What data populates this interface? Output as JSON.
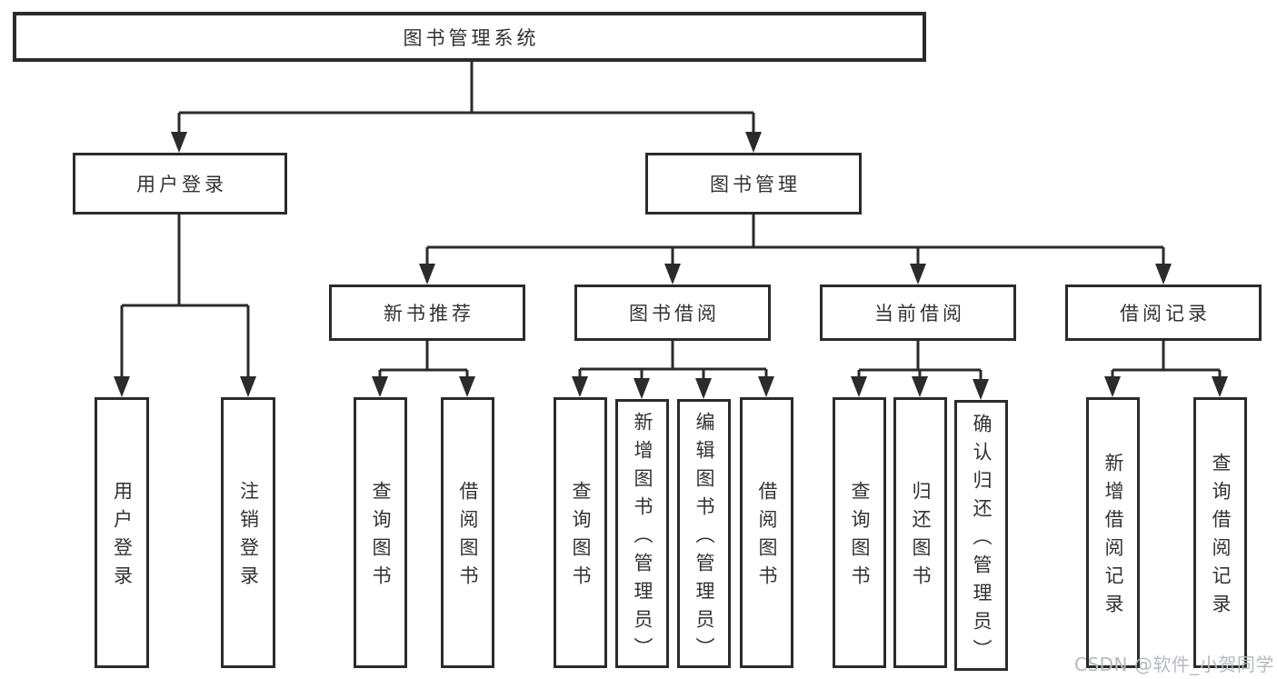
{
  "diagram": {
    "root": {
      "label": "图书管理系统"
    },
    "level2": [
      {
        "label": "用户登录"
      },
      {
        "label": "图书管理"
      }
    ],
    "level3": [
      {
        "label": "新书推荐"
      },
      {
        "label": "图书借阅"
      },
      {
        "label": "当前借阅"
      },
      {
        "label": "借阅记录"
      }
    ],
    "leaves": {
      "user_login": [
        {
          "label": "用户登录"
        },
        {
          "label": "注销登录"
        }
      ],
      "new_book": [
        {
          "label": "查询图书"
        },
        {
          "label": "借阅图书"
        }
      ],
      "book_borrow": [
        {
          "label": "查询图书"
        },
        {
          "label": "新增图书（管理员）"
        },
        {
          "label": "编辑图书（管理员）"
        },
        {
          "label": "借阅图书"
        }
      ],
      "current_borrow": [
        {
          "label": "查询图书"
        },
        {
          "label": "归还图书"
        },
        {
          "label": "确认归还（管理员）"
        }
      ],
      "borrow_records": [
        {
          "label": "新增借阅记录"
        },
        {
          "label": "查询借阅记录"
        }
      ]
    }
  },
  "watermark": {
    "text": "CSDN @软件_小贺同学"
  },
  "colors": {
    "line": "#2b2b2b",
    "text": "#323232",
    "background": "#ffffff",
    "watermark": "#b5bac0"
  }
}
